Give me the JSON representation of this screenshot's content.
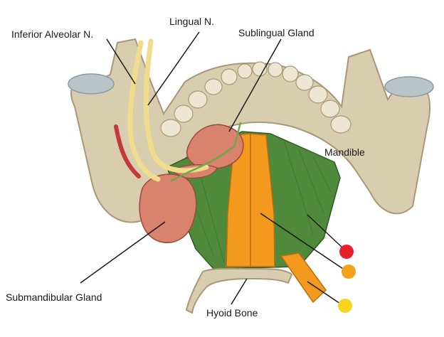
{
  "labels": {
    "inferior_alveolar": "Inferior Alveolar N.",
    "lingual": "Lingual N.",
    "sublingual": "Sublingual Gland",
    "mandible": "Mandible",
    "submandibular": "Submandibular Gland",
    "hyoid": "Hyoid Bone"
  },
  "colors": {
    "bone": "#d9cdb0",
    "bone_shadow": "#a89878",
    "cartilage": "#b8c4c8",
    "muscle_green": "#4f8a3c",
    "muscle_orange": "#f39a1e",
    "gland": "#d9826e",
    "nerve": "#f0dc8c",
    "artery": "#c23a3a",
    "dot_red": "#e8202a",
    "dot_orange": "#f5a21c",
    "dot_yellow": "#f7d51e"
  },
  "markers": [
    {
      "name": "marker-red",
      "color": "#e8202a"
    },
    {
      "name": "marker-orange",
      "color": "#f5a21c"
    },
    {
      "name": "marker-yellow",
      "color": "#f7d51e"
    }
  ]
}
